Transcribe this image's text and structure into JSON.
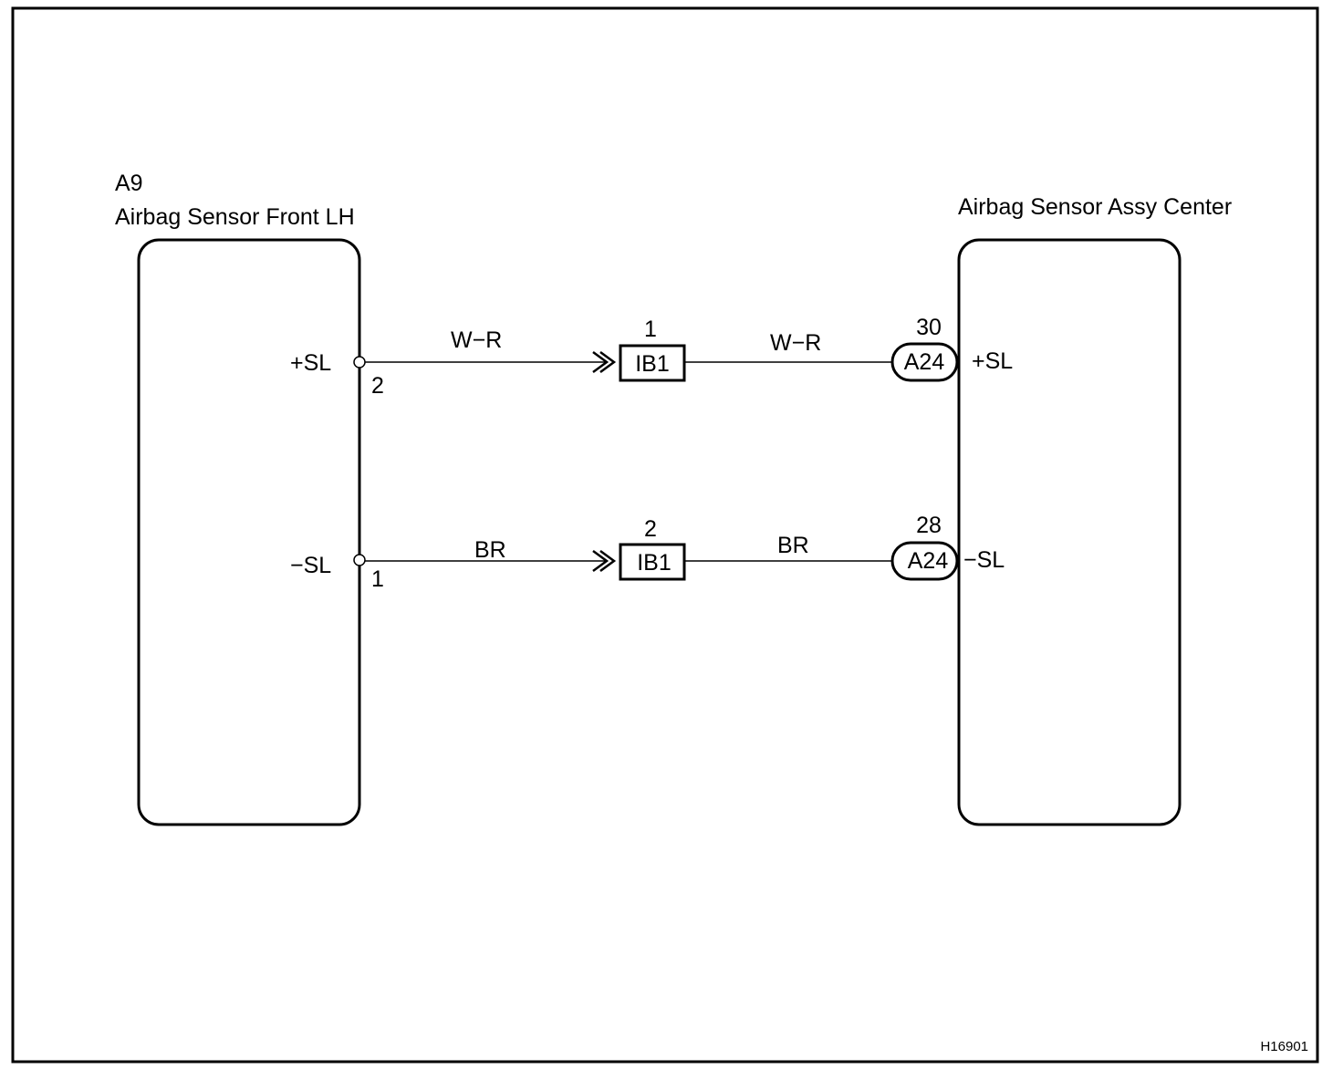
{
  "left_component": {
    "code": "A9",
    "name": "Airbag Sensor Front LH",
    "terminals": [
      {
        "label": "+SL",
        "pin": "2"
      },
      {
        "label": "−SL",
        "pin": "1"
      }
    ]
  },
  "right_component": {
    "name": "Airbag Sensor Assy Center",
    "terminals": [
      {
        "label": "+SL",
        "pin": "30",
        "connector": "A24"
      },
      {
        "label": "−SL",
        "pin": "28",
        "connector": "A24"
      }
    ]
  },
  "circuits": [
    {
      "wire_color_left": "W−R",
      "junction": "IB1",
      "junction_pin": "1",
      "wire_color_right": "W−R"
    },
    {
      "wire_color_left": "BR",
      "junction": "IB1",
      "junction_pin": "2",
      "wire_color_right": "BR"
    }
  ],
  "figure_id": "H16901"
}
